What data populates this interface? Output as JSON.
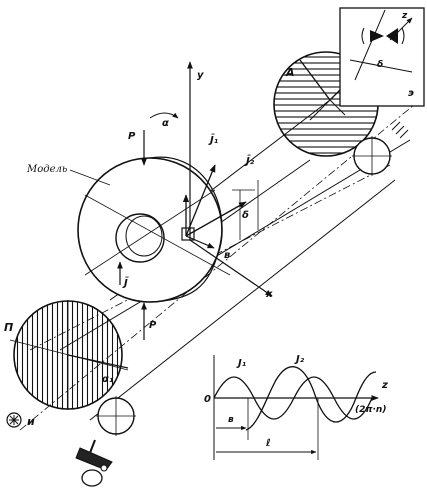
{
  "labels": {
    "model": "Модель",
    "y": "y",
    "x": "x",
    "z_top": "z",
    "A": "A",
    "screen": "э",
    "P_top": "P",
    "P_bottom": "P",
    "alpha": "α",
    "alpha1": "α₁",
    "J1": "J̄₁",
    "J2": "J̄₂",
    "J": "J̄",
    "delta": "δ",
    "v": "в",
    "P_letter": "П",
    "I_letter": "и",
    "plot_J1": "J₁",
    "plot_J2": "J₂",
    "plot_origin": "0",
    "plot_z": "z",
    "plot_period": "(2π·n)",
    "plot_b": "в",
    "plot_l": "ℓ"
  },
  "icons": [
    "star-icon",
    "crank-handle-icon",
    "light-source-icon"
  ]
}
